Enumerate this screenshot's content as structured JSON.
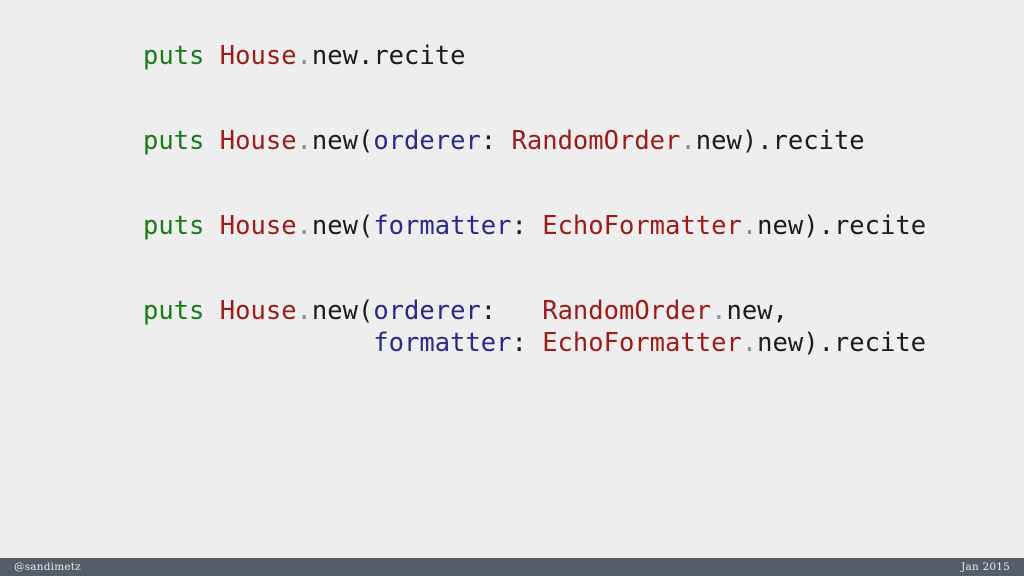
{
  "slide": {
    "background_color": "#eeeeee",
    "language": "ruby"
  },
  "theme": {
    "keyword_color": "#1a7a1a",
    "constant_color": "#9c1c17",
    "symbol_color": "#2a2a8c",
    "plain_color": "#1c1c1c",
    "dot_color": "#8e8e8e",
    "footer_bg": "#555e68",
    "footer_text": "#e6e8ea"
  },
  "code": {
    "stanzas": [
      {
        "id": "stanza-1",
        "lines": [
          {
            "id": "line-1",
            "text": "puts House.new.recite",
            "tokens": [
              {
                "t": "puts",
                "c": "kw"
              },
              {
                "t": " ",
                "c": "plain"
              },
              {
                "t": "House",
                "c": "const"
              },
              {
                "t": ".",
                "c": "dot"
              },
              {
                "t": "new",
                "c": "plain"
              },
              {
                "t": ".",
                "c": "plain"
              },
              {
                "t": "recite",
                "c": "plain"
              }
            ]
          }
        ]
      },
      {
        "id": "stanza-2",
        "lines": [
          {
            "id": "line-2",
            "text": "puts House.new(orderer: RandomOrder.new).recite",
            "tokens": [
              {
                "t": "puts",
                "c": "kw"
              },
              {
                "t": " ",
                "c": "plain"
              },
              {
                "t": "House",
                "c": "const"
              },
              {
                "t": ".",
                "c": "dot"
              },
              {
                "t": "new",
                "c": "plain"
              },
              {
                "t": "(",
                "c": "punct"
              },
              {
                "t": "orderer",
                "c": "sym"
              },
              {
                "t": ": ",
                "c": "punct"
              },
              {
                "t": "RandomOrder",
                "c": "const"
              },
              {
                "t": ".",
                "c": "dot"
              },
              {
                "t": "new",
                "c": "plain"
              },
              {
                "t": ")",
                "c": "punct"
              },
              {
                "t": ".",
                "c": "plain"
              },
              {
                "t": "recite",
                "c": "plain"
              }
            ]
          }
        ]
      },
      {
        "id": "stanza-3",
        "lines": [
          {
            "id": "line-3",
            "text": "puts House.new(formatter: EchoFormatter.new).recite",
            "tokens": [
              {
                "t": "puts",
                "c": "kw"
              },
              {
                "t": " ",
                "c": "plain"
              },
              {
                "t": "House",
                "c": "const"
              },
              {
                "t": ".",
                "c": "dot"
              },
              {
                "t": "new",
                "c": "plain"
              },
              {
                "t": "(",
                "c": "punct"
              },
              {
                "t": "formatter",
                "c": "sym"
              },
              {
                "t": ": ",
                "c": "punct"
              },
              {
                "t": "EchoFormatter",
                "c": "const"
              },
              {
                "t": ".",
                "c": "dot"
              },
              {
                "t": "new",
                "c": "plain"
              },
              {
                "t": ")",
                "c": "punct"
              },
              {
                "t": ".",
                "c": "plain"
              },
              {
                "t": "recite",
                "c": "plain"
              }
            ]
          }
        ]
      },
      {
        "id": "stanza-4",
        "lines": [
          {
            "id": "line-4a",
            "text": "puts House.new(orderer:   RandomOrder.new,",
            "tokens": [
              {
                "t": "puts",
                "c": "kw"
              },
              {
                "t": " ",
                "c": "plain"
              },
              {
                "t": "House",
                "c": "const"
              },
              {
                "t": ".",
                "c": "dot"
              },
              {
                "t": "new",
                "c": "plain"
              },
              {
                "t": "(",
                "c": "punct"
              },
              {
                "t": "orderer",
                "c": "sym"
              },
              {
                "t": ":   ",
                "c": "punct"
              },
              {
                "t": "RandomOrder",
                "c": "const"
              },
              {
                "t": ".",
                "c": "dot"
              },
              {
                "t": "new",
                "c": "plain"
              },
              {
                "t": ",",
                "c": "punct"
              }
            ]
          },
          {
            "id": "line-4b",
            "text": "               formatter: EchoFormatter.new).recite",
            "tokens": [
              {
                "t": "               ",
                "c": "plain"
              },
              {
                "t": "formatter",
                "c": "sym"
              },
              {
                "t": ": ",
                "c": "punct"
              },
              {
                "t": "EchoFormatter",
                "c": "const"
              },
              {
                "t": ".",
                "c": "dot"
              },
              {
                "t": "new",
                "c": "plain"
              },
              {
                "t": ")",
                "c": "punct"
              },
              {
                "t": ".",
                "c": "plain"
              },
              {
                "t": "recite",
                "c": "plain"
              }
            ]
          }
        ]
      }
    ]
  },
  "footer": {
    "handle": "@sandimetz",
    "date": "Jan 2015"
  }
}
